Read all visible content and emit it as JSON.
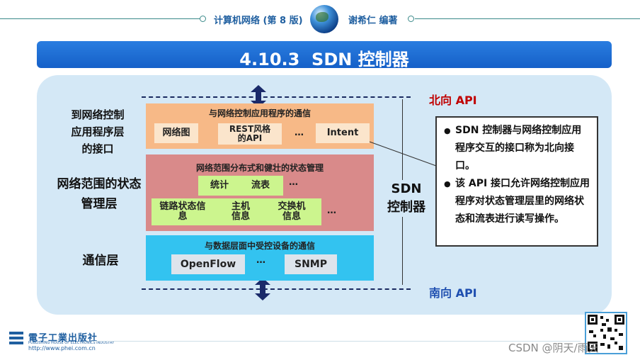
{
  "header": {
    "book_title": "计算机网络 (第 8 版)",
    "author": "谢希仁 编著"
  },
  "slide_title": "4.10.3  SDN 控制器",
  "left_labels": {
    "interface_layer": "到网络控制\n应用程序层\n的接口",
    "state_mgmt_layer": "网络范围的状态\n管理层",
    "comm_layer": "通信层"
  },
  "top_box": {
    "title": "与网络控制应用程序的通信",
    "chips": [
      "网络图",
      "REST风格\n的API",
      "…",
      "Intent"
    ]
  },
  "mid_box": {
    "title": "网络范围分布式和健壮的状态管理",
    "row1": [
      "统计",
      "流表"
    ],
    "row1_ellipsis": "…",
    "row2": [
      "链路状态信\n息",
      "主机\n信息",
      "交换机\n信息"
    ],
    "row2_ellipsis": "…"
  },
  "bottom_box": {
    "title": "与数据层面中受控设备的通信",
    "chips": [
      "OpenFlow",
      "…",
      "SNMP"
    ]
  },
  "sdn_label": "SDN\n控制器",
  "north_api": "北向 API",
  "south_api": "南向 API",
  "callout": {
    "items": [
      "SDN 控制器与网络控制应用程序交互的接口称为北向接口。",
      "该 API 接口允许网络控制应用程序对状态管理层里的网络状态和流表进行读写操作。"
    ]
  },
  "footer": {
    "publisher_cn": "電子工業出版社",
    "publisher_en": "PUBLISHING HOUSE OF ELECTRONICS INDUSTRY",
    "url": "http://www.phei.com.cn",
    "watermark": "CSDN @阴天/雨天"
  },
  "colors": {
    "title_bar": "#1f6fd8",
    "panel_bg": "#d4e8f6",
    "top_box": "#f7b987",
    "mid_box": "#d98a8a",
    "bottom_box": "#33c3f0",
    "green_chip": "#ccf58e",
    "north_api": "#c00000",
    "south_api": "#1f4fb0"
  },
  "icons": [
    "globe-icon",
    "double-arrow-icon",
    "qr-code-icon",
    "publisher-logo-icon"
  ]
}
